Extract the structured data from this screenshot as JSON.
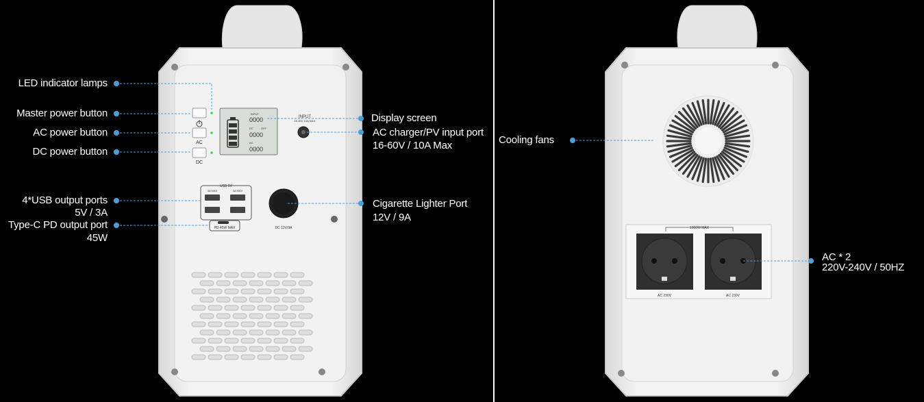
{
  "front": {
    "callouts": {
      "led": "LED indicator lamps",
      "master": "Master power button",
      "ac_button": "AC power button",
      "dc_button": "DC power button",
      "usb_title": "4*USB output ports",
      "usb_spec": "5V / 3A",
      "typec_title": "Type-C PD output port",
      "typec_spec": "45W",
      "display": "Display screen",
      "input_title": "AC charger/PV input port",
      "input_spec": "16-60V / 10A Max",
      "cig_title": "Cigarette Lighter Port",
      "cig_spec": "12V / 9A"
    },
    "device_labels": {
      "ac": "AC",
      "dc": "DC",
      "usb": "USB 5V",
      "usb_left": "3A MAX",
      "usb_right": "3A MAX",
      "pd": "PD 45W MAX",
      "dc_out": "DC 12V/9A",
      "input": "INPUT",
      "input_spec": "16-60V 10A MAX",
      "lcd_in": "INPUT",
      "lcd_dc": "DC",
      "lcd_ac": "AC",
      "lcd_off": "OFF",
      "lcd_digits": "0000"
    }
  },
  "back": {
    "callouts": {
      "fans": "Cooling fans",
      "ac_title": "AC * 2",
      "ac_spec": "220V-240V / 50HZ"
    },
    "device_labels": {
      "max": "1000W MAX",
      "socket_left": "AC 230V",
      "socket_right": "AC 230V"
    }
  },
  "colors": {
    "background": "#000000",
    "device_body": "#f0f0f0",
    "callout_line": "#4a9fd8",
    "callout_dot": "#4a9fd8",
    "led": "#3cd24a",
    "socket": "#2f2f2f"
  }
}
